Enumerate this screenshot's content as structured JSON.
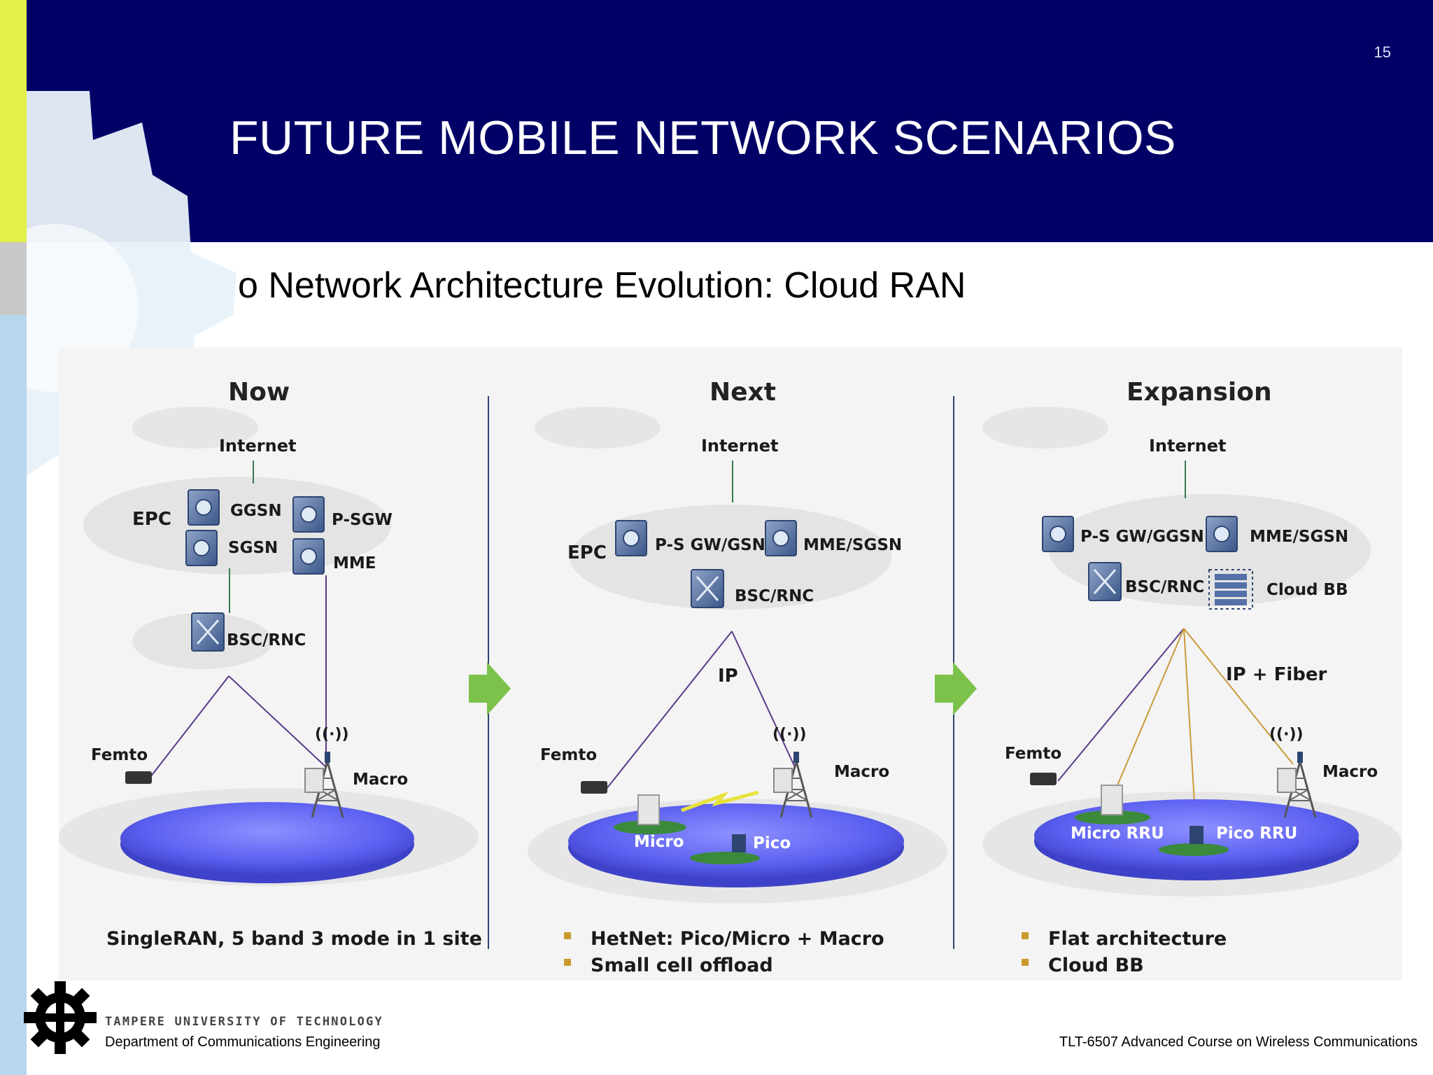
{
  "slide": {
    "page_number": "15",
    "title": "FUTURE MOBILE NETWORK SCENARIOS",
    "subtitle": "o Network Architecture Evolution: Cloud RAN"
  },
  "panels": {
    "now": {
      "heading": "Now",
      "internet": "Internet",
      "epc": "EPC",
      "nodes": [
        "GGSN",
        "P-SGW",
        "SGSN",
        "MME"
      ],
      "ran_node": "BSC/RNC",
      "femto": "Femto",
      "macro": "Macro",
      "caption": "SingleRAN, 5 band 3 mode in 1 site"
    },
    "next": {
      "heading": "Next",
      "internet": "Internet",
      "epc": "EPC",
      "nodes": [
        "P-S GW/GSN",
        "MME/SGSN",
        "BSC/RNC"
      ],
      "link": "IP",
      "femto": "Femto",
      "macro": "Macro",
      "micro": "Micro",
      "pico": "Pico",
      "bullets": [
        "HetNet: Pico/Micro + Macro",
        "Small cell offload"
      ]
    },
    "expansion": {
      "heading": "Expansion",
      "internet": "Internet",
      "nodes": [
        "P-S GW/GGSN",
        "MME/SGSN",
        "BSC/RNC",
        "Cloud BB"
      ],
      "link": "IP + Fiber",
      "femto": "Femto",
      "macro": "Macro",
      "micro_rru": "Micro RRU",
      "pico_rru": "Pico RRU",
      "bullets": [
        "Flat architecture",
        "Cloud BB"
      ]
    }
  },
  "footer": {
    "university": "TAMPERE UNIVERSITY OF TECHNOLOGY",
    "department": "Department of Communications Engineering",
    "course": "TLT-6507 Advanced Course on Wireless Communications"
  },
  "colors": {
    "header_bg": "#000066",
    "accent_yellow": "#e2f04a",
    "side_blue": "#b8d6ec",
    "arrow_green": "#7cc24a",
    "disc_blue": "#5b5ff0",
    "fiber_line": "#c99a3a",
    "ip_line": "#5a3a8a"
  },
  "icons": [
    "gear-icon",
    "server-icon",
    "router-icon",
    "cell-tower-icon",
    "femto-box-icon",
    "cloud-bb-icon",
    "lightning-icon",
    "next-arrow-icon"
  ]
}
